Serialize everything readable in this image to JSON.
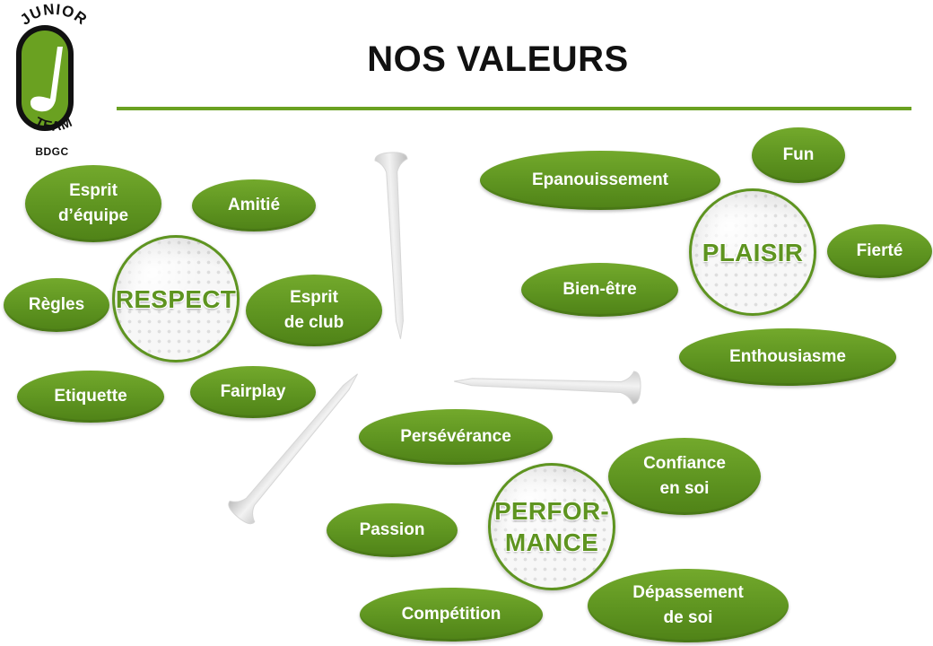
{
  "logo": {
    "arc_top": "JUNIOR",
    "arc_bottom": "TEAM",
    "label": "BDGC"
  },
  "title": "NOS VALEURS",
  "colors": {
    "accent": "#6aa121",
    "pill": "#5e9420",
    "ball": "#f7f7f7"
  },
  "icons": {
    "logo": "golf-club-icon",
    "tee": "golf-tee-icon",
    "ball": "golf-ball-icon"
  },
  "groups": {
    "respect": {
      "ball": "RESPECT",
      "values": [
        "Esprit\nd’équipe",
        "Amitié",
        "Règles",
        "Esprit\nde club",
        "Etiquette",
        "Fairplay"
      ]
    },
    "plaisir": {
      "ball": "PLAISIR",
      "values": [
        "Fun",
        "Epanouissement",
        "Fierté",
        "Bien-être",
        "Enthousiasme"
      ]
    },
    "performance": {
      "ball": "PERFOR-\nMANCE",
      "values": [
        "Persévérance",
        "Confiance\nen soi",
        "Passion",
        "Compétition",
        "Dépassement\nde soi"
      ]
    }
  }
}
